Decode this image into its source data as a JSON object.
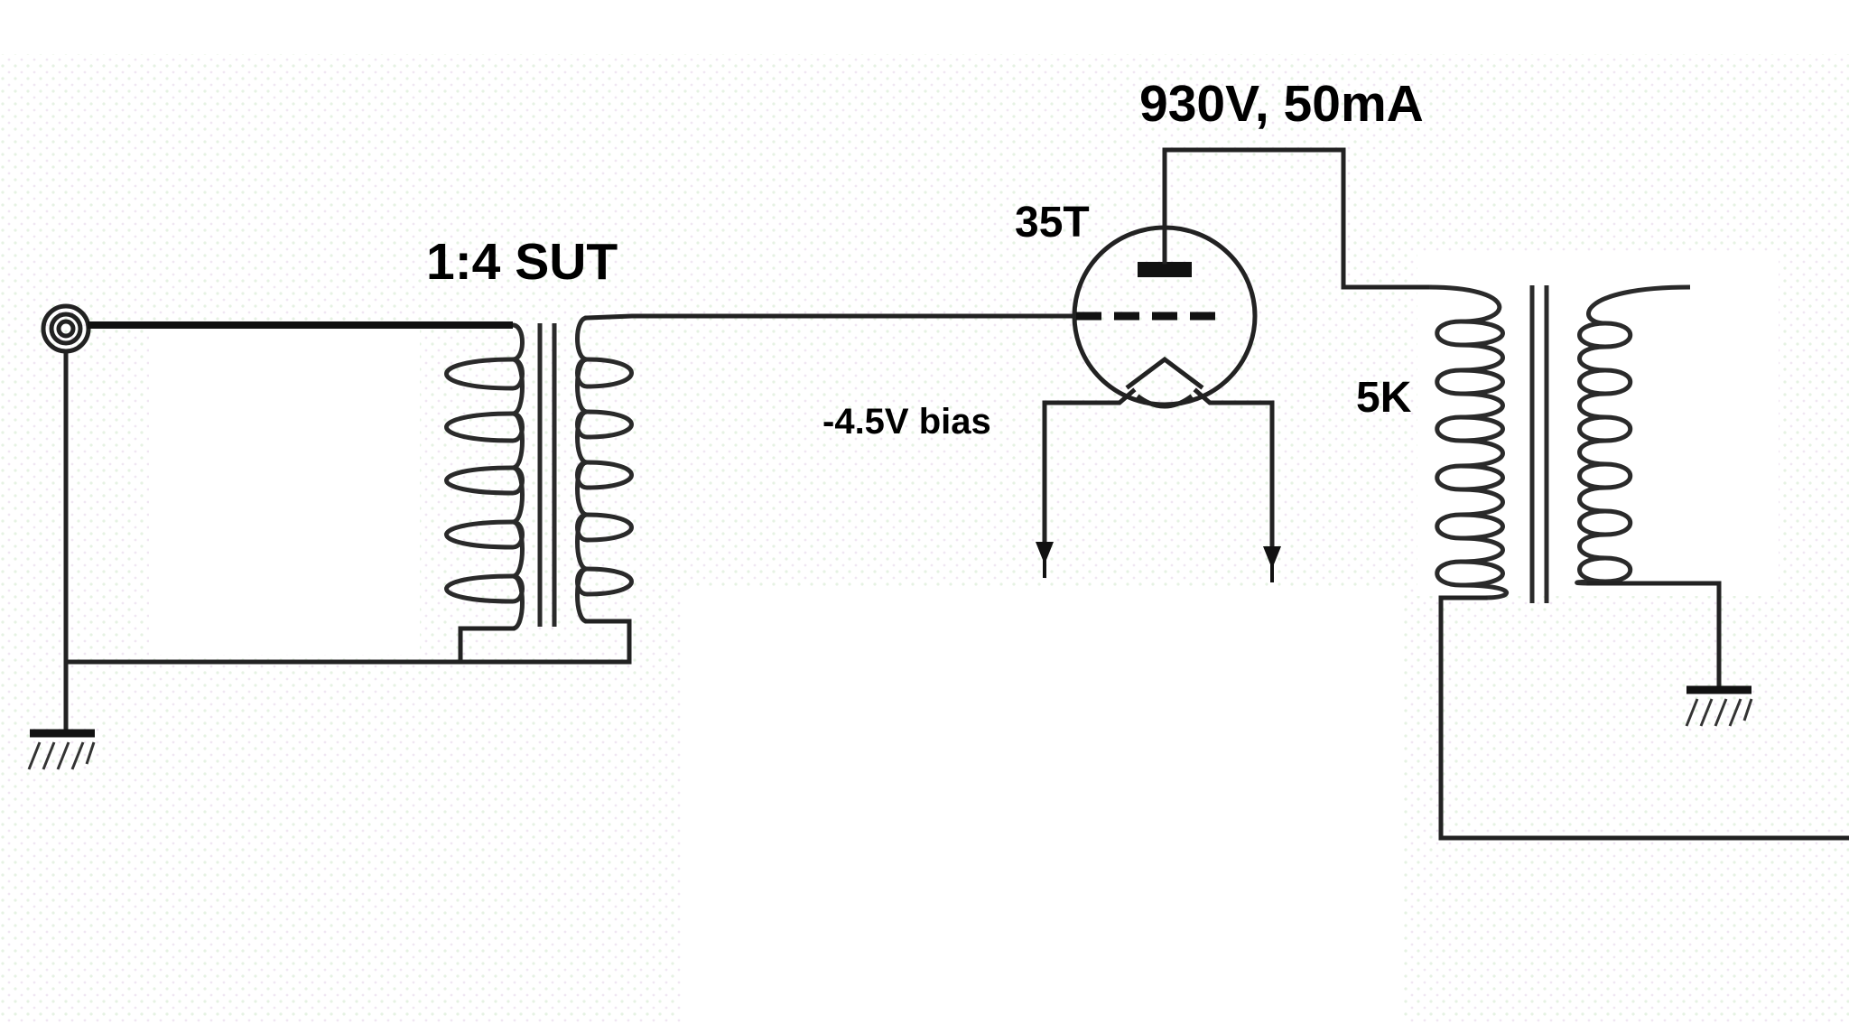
{
  "labels": {
    "plate_supply": "930V, 50mA",
    "tube_type": "35T",
    "input_transformer": "1:4 SUT",
    "bias": "-4.5V bias",
    "output_impedance": "5K"
  },
  "colors": {
    "wire": "#222222",
    "background": "#ffffff",
    "dither_dots": "#d9ecd6"
  }
}
